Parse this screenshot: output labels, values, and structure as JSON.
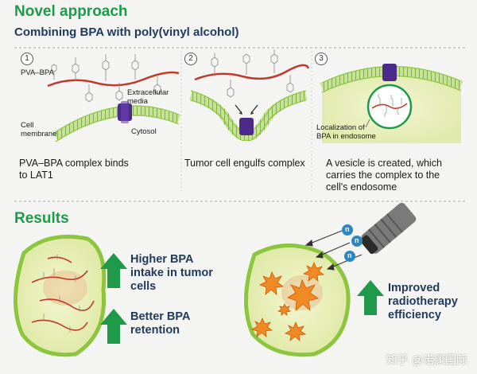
{
  "header": {
    "title": "Novel approach",
    "subtitle": "Combining BPA with poly(vinyl alcohol)"
  },
  "steps": [
    {
      "number": "1",
      "labels": {
        "pva_bpa": "PVA–BPA",
        "extracellular": "Extracellular\nmedia",
        "cell_membrane": "Cell\nmembrane",
        "cytosol": "Cytosol"
      },
      "caption": "PVA–BPA complex binds\nto LAT1"
    },
    {
      "number": "2",
      "caption": "Tumor cell engulfs complex"
    },
    {
      "number": "3",
      "labels": {
        "localization": "Localization of\nBPA in endosome"
      },
      "caption": "A vesicle is created, which\ncarries the complex to the\ncell's endosome"
    }
  ],
  "results": {
    "title": "Results",
    "items": [
      {
        "text": "Higher BPA\nintake in tumor\ncells",
        "icon": "up-arrow-icon"
      },
      {
        "text": "Better BPA\nretention",
        "icon": "up-arrow-icon"
      },
      {
        "text": "Improved\nradiotherapy\nefficiency",
        "icon": "up-arrow-icon"
      }
    ],
    "neutron_label": "n"
  },
  "watermark": "知乎 @诺康国际",
  "colors": {
    "green_heading": "#1f9a4a",
    "navy_text": "#1e3a5c",
    "membrane_green": "#8cc63f",
    "cell_fill": "#e6efb4",
    "lat1_purple": "#4b2a8a",
    "polymer_red": "#c0392b",
    "arrow_green": "#1f9a4a",
    "neutron_blue": "#2e86c1",
    "burst_orange": "#f08a24"
  }
}
